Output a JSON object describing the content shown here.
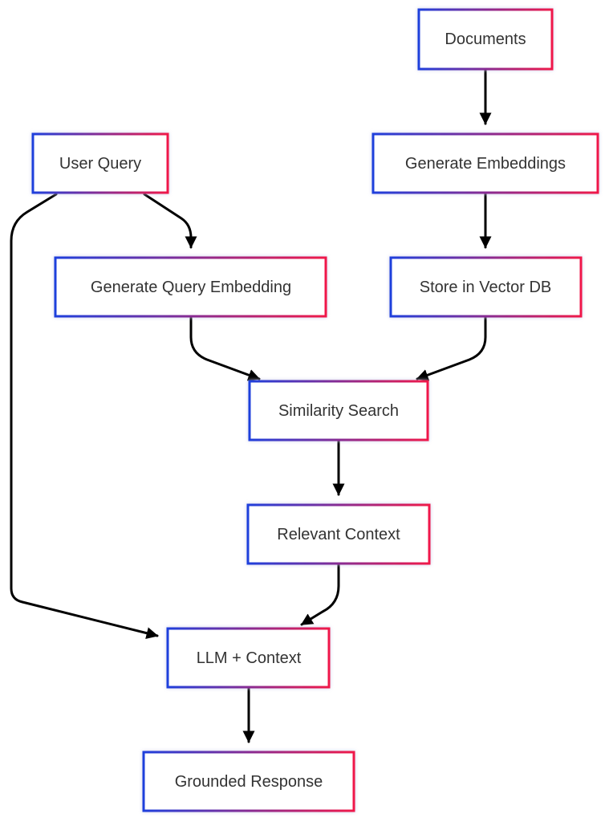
{
  "diagram": {
    "nodes": {
      "documents": "Documents",
      "user_query": "User Query",
      "generate_embeddings": "Generate Embeddings",
      "generate_query_embedding": "Generate Query Embedding",
      "store_in_vector_db": "Store in Vector DB",
      "similarity_search": "Similarity Search",
      "relevant_context": "Relevant Context",
      "llm_context": "LLM + Context",
      "grounded_response": "Grounded Response"
    },
    "edges": [
      [
        "documents",
        "generate_embeddings"
      ],
      [
        "generate_embeddings",
        "store_in_vector_db"
      ],
      [
        "user_query",
        "generate_query_embedding"
      ],
      [
        "user_query",
        "llm_context"
      ],
      [
        "generate_query_embedding",
        "similarity_search"
      ],
      [
        "store_in_vector_db",
        "similarity_search"
      ],
      [
        "similarity_search",
        "relevant_context"
      ],
      [
        "relevant_context",
        "llm_context"
      ],
      [
        "llm_context",
        "grounded_response"
      ]
    ],
    "colors": {
      "border_start": "#1f3fdc",
      "border_end": "#f0194a",
      "text": "#333333",
      "arrow": "#000000",
      "background": "#ffffff"
    }
  }
}
